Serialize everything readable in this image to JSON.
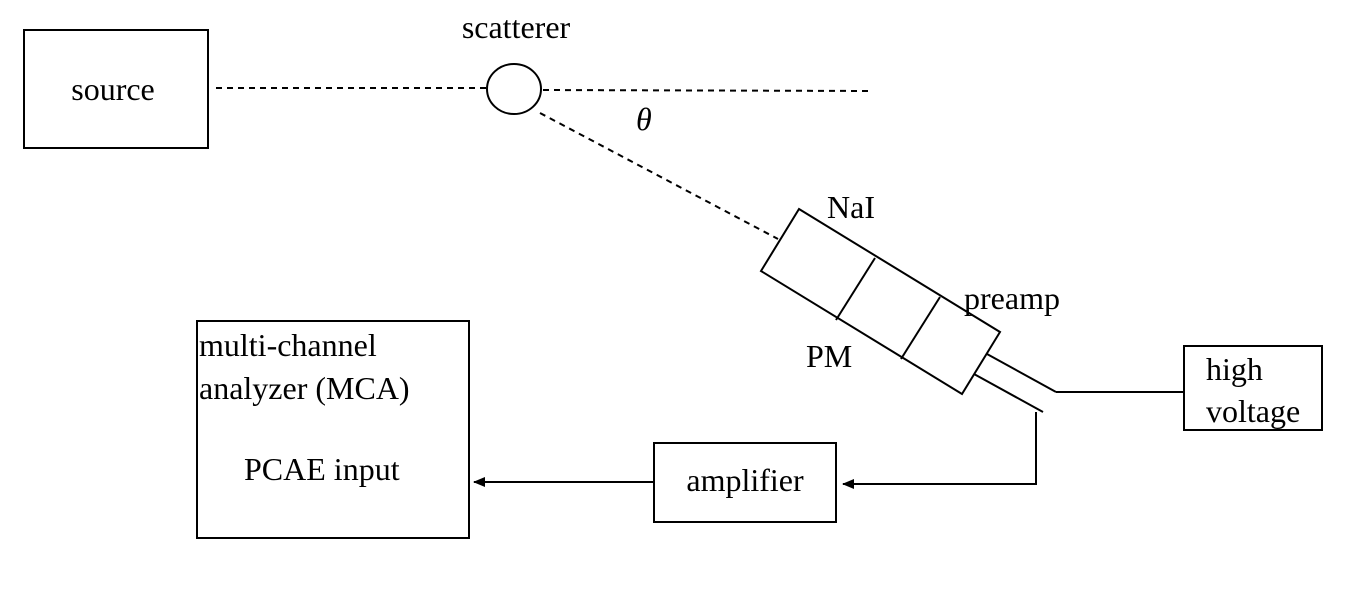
{
  "labels": {
    "source": "source",
    "scatterer": "scatterer",
    "theta": "θ",
    "nai": "NaI",
    "preamp": "preamp",
    "pm": "PM",
    "high_voltage_line1": "high",
    "high_voltage_line2": "voltage",
    "mca_line1": "multi-channel",
    "mca_line2": "analyzer (MCA)",
    "mca_input": "PCAE input",
    "amplifier": "amplifier"
  },
  "colors": {
    "stroke": "#000000",
    "background": "#ffffff"
  }
}
